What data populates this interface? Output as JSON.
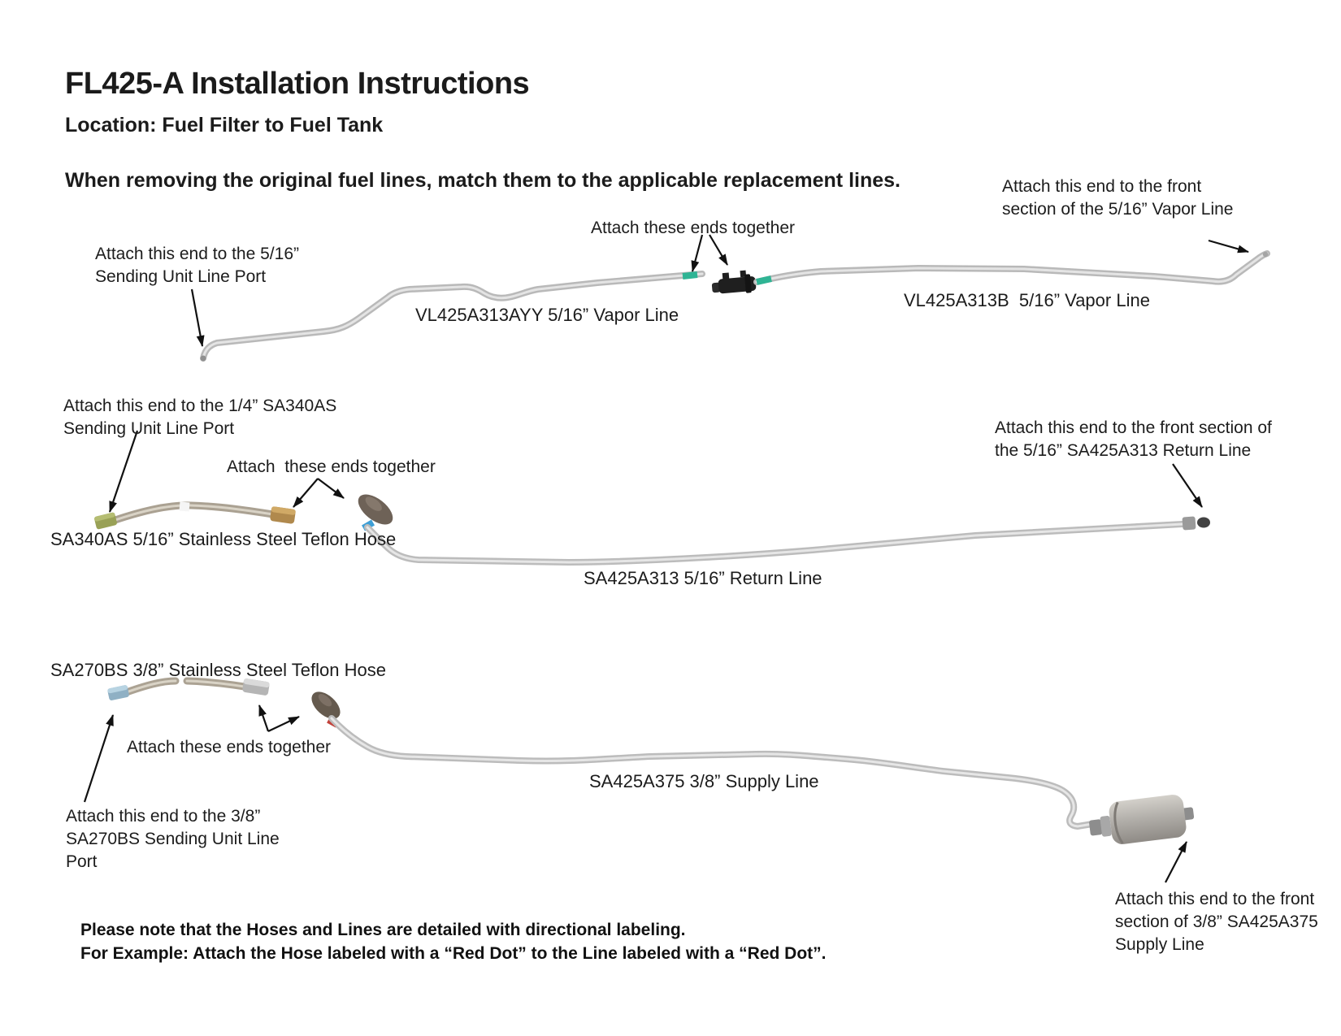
{
  "header": {
    "title": "FL425-A Installation Instructions",
    "subtitle": "Location: Fuel Filter to Fuel Tank",
    "intro": "When removing the original fuel lines, match them to the applicable replacement lines."
  },
  "vapor_section": {
    "attach_front_annotation": "Attach this end to the front section of the 5/16” Vapor Line",
    "attach_together_annotation": "Attach these ends together",
    "attach_sending_annotation": "Attach this end to the 5/16” Sending Unit Line Port",
    "line1_label": "VL425A313AYY 5/16” Vapor Line",
    "line2_label": "VL425A313B  5/16” Vapor Line"
  },
  "return_section": {
    "attach_sending_annotation": "Attach this end to the 1/4” SA340AS Sending Unit Line Port",
    "attach_together_annotation": "Attach  these ends together",
    "hose_label": "SA340AS 5/16” Stainless Steel Teflon Hose",
    "attach_front_annotation": "Attach this end to the front section of the 5/16” SA425A313 Return Line",
    "line_label": "SA425A313 5/16” Return Line"
  },
  "supply_section": {
    "hose_label": "SA270BS 3/8” Stainless Steel Teflon Hose",
    "attach_together_annotation": "Attach these ends together",
    "attach_sending_annotation": "Attach this end to the 3/8” SA270BS Sending Unit Line Port",
    "line_label": "SA425A375 3/8” Supply Line",
    "attach_front_annotation": "Attach this end to the front section of 3/8” SA425A375 Supply Line"
  },
  "footer": {
    "note_line1": "Please note that the Hoses and Lines are detailed with directional labeling.",
    "note_line2": "For Example: Attach the Hose labeled with a “Red Dot” to the Line labeled with a “Red Dot”."
  },
  "colors": {
    "green_marker": "#2fb494",
    "blue_marker": "#3e9fd6",
    "red_marker": "#c2413a",
    "tube_gray": "#bfbfbf",
    "arrow_black": "#111111"
  }
}
